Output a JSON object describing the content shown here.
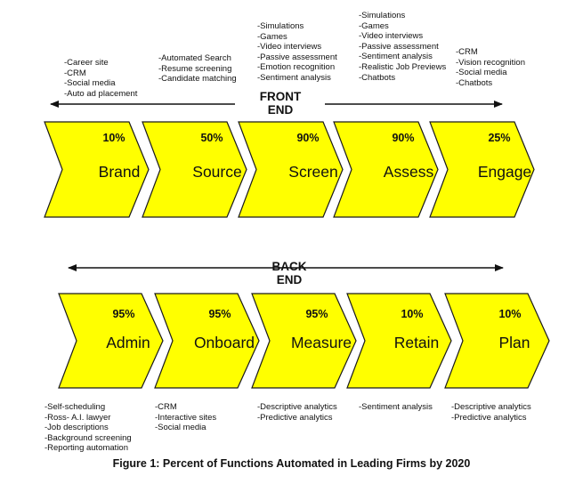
{
  "front_end": {
    "title_line1": "FRONT",
    "title_line2": "END",
    "stages": [
      {
        "name": "Brand",
        "percent": "10%",
        "tools": [
          "-Career site",
          "-CRM",
          "-Social media",
          "-Auto ad placement"
        ]
      },
      {
        "name": "Source",
        "percent": "50%",
        "tools": [
          "-Automated Search",
          "-Resume screening",
          "-Candidate matching"
        ]
      },
      {
        "name": "Screen",
        "percent": "90%",
        "tools": [
          "-Simulations",
          "-Games",
          "-Video interviews",
          "-Passive assessment",
          "-Emotion recognition",
          "-Sentiment analysis"
        ]
      },
      {
        "name": "Assess",
        "percent": "90%",
        "tools": [
          "-Simulations",
          "-Games",
          "-Video interviews",
          "-Passive assessment",
          "-Sentiment analysis",
          "-Realistic Job Previews",
          "-Chatbots"
        ]
      },
      {
        "name": "Engage",
        "percent": "25%",
        "tools": [
          "-CRM",
          "-Vision recognition",
          "-Social media",
          "-Chatbots"
        ]
      }
    ]
  },
  "back_end": {
    "title_line1": "BACK",
    "title_line2": "END",
    "stages": [
      {
        "name": "Admin",
        "percent": "95%",
        "tools": [
          "-Self-scheduling",
          "-Ross- A.I. lawyer",
          "-Job descriptions",
          "-Background screening",
          "-Reporting automation"
        ]
      },
      {
        "name": "Onboard",
        "percent": "95%",
        "tools": [
          "-CRM",
          "-Interactive sites",
          "-Social media"
        ]
      },
      {
        "name": "Measure",
        "percent": "95%",
        "tools": [
          "-Descriptive analytics",
          "-Predictive analytics"
        ]
      },
      {
        "name": "Retain",
        "percent": "10%",
        "tools": [
          "-Sentiment analysis"
        ]
      },
      {
        "name": "Plan",
        "percent": "10%",
        "tools": [
          "-Descriptive analytics",
          "-Predictive analytics"
        ]
      }
    ]
  },
  "caption": "Figure 1: Percent of Functions Automated in Leading Firms by 2020",
  "colors": {
    "chevron_fill": "#ffff00",
    "chevron_stroke": "#1a1a1a",
    "text": "#111111"
  }
}
